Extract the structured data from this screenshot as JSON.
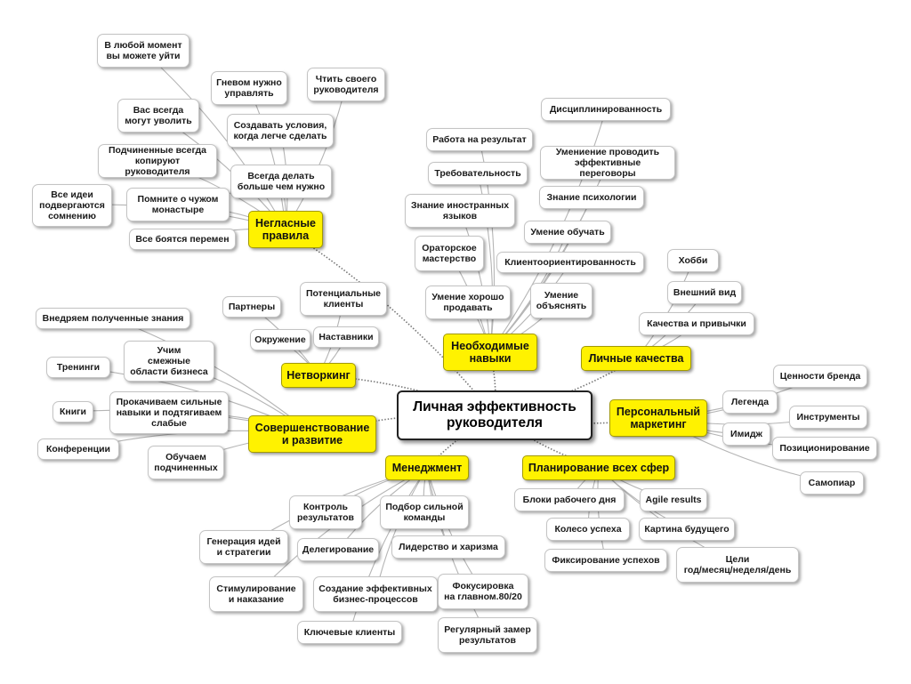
{
  "root": {
    "id": "root",
    "text": "Личная эффективность\nруководителя"
  },
  "branches": [
    {
      "id": "neglasnye",
      "text": "Негласные\nправила",
      "children": [
        {
          "id": "n1",
          "text": "В любой момент\nвы можете уйти"
        },
        {
          "id": "n2",
          "text": "Гневом нужно\nуправлять"
        },
        {
          "id": "n3",
          "text": "Чтить своего\nруководителя"
        },
        {
          "id": "n4",
          "text": "Вас всегда\nмогут уволить"
        },
        {
          "id": "n5",
          "text": "Создавать условия,\nкогда легче сделать"
        },
        {
          "id": "n6",
          "text": "Подчиненные всегда\nкопируют руководителя"
        },
        {
          "id": "n7",
          "text": "Всегда делать\nбольше чем нужно"
        },
        {
          "id": "n8",
          "text": "Все идеи\nподвергаются\nсомнению"
        },
        {
          "id": "n9",
          "text": "Помните о чужом\nмонастыре"
        },
        {
          "id": "n10",
          "text": "Все боятся перемен"
        }
      ]
    },
    {
      "id": "networking",
      "text": "Нетворкинг",
      "children": [
        {
          "id": "w1",
          "text": "Партнеры"
        },
        {
          "id": "w2",
          "text": "Потенциальные\nклиенты"
        },
        {
          "id": "w3",
          "text": "Окружение"
        },
        {
          "id": "w4",
          "text": "Наставники"
        }
      ]
    },
    {
      "id": "sovershenstvovanie",
      "text": "Совершенствование\nи развитие",
      "children": [
        {
          "id": "s1",
          "text": "Внедряем полученные знания"
        },
        {
          "id": "s2",
          "text": "Учим\nсмежные\nобласти бизнеса"
        },
        {
          "id": "s3",
          "text": "Тренинги"
        },
        {
          "id": "s4",
          "text": "Прокачиваем сильные\nнавыки и подтягиваем\nслабые"
        },
        {
          "id": "s5",
          "text": "Книги"
        },
        {
          "id": "s6",
          "text": "Конференции"
        },
        {
          "id": "s7",
          "text": "Обучаем\nподчиненных"
        }
      ]
    },
    {
      "id": "navyki",
      "text": "Необходимые\nнавыки",
      "children": [
        {
          "id": "k1",
          "text": "Дисциплинированность"
        },
        {
          "id": "k2",
          "text": "Работа на результат"
        },
        {
          "id": "k3",
          "text": "Требовательность"
        },
        {
          "id": "k4",
          "text": "Умениение проводить\nэффективные переговоры"
        },
        {
          "id": "k5",
          "text": "Знание психологии"
        },
        {
          "id": "k6",
          "text": "Знание иностранных\nязыков"
        },
        {
          "id": "k7",
          "text": "Умение обучать"
        },
        {
          "id": "k8",
          "text": "Ораторское\nмастерство"
        },
        {
          "id": "k9",
          "text": "Клиентоориентированность"
        },
        {
          "id": "k10",
          "text": "Умение хорошо\nпродавать"
        },
        {
          "id": "k11",
          "text": "Умение\nобъяснять"
        }
      ]
    },
    {
      "id": "kachestva",
      "text": "Личные качества",
      "children": [
        {
          "id": "q1",
          "text": "Хобби"
        },
        {
          "id": "q2",
          "text": "Внешний вид"
        },
        {
          "id": "q3",
          "text": "Качества и привычки"
        }
      ]
    },
    {
      "id": "marketing",
      "text": "Персональный\nмаркетинг",
      "children": [
        {
          "id": "m1",
          "text": "Ценности бренда"
        },
        {
          "id": "m2",
          "text": "Легенда"
        },
        {
          "id": "m3",
          "text": "Инструменты"
        },
        {
          "id": "m4",
          "text": "Имидж"
        },
        {
          "id": "m5",
          "text": "Позиционирование"
        },
        {
          "id": "m6",
          "text": "Самопиар"
        }
      ]
    },
    {
      "id": "planirovanie",
      "text": "Планирование всех сфер",
      "children": [
        {
          "id": "p1",
          "text": "Блоки рабочего дня"
        },
        {
          "id": "p2",
          "text": "Agile results"
        },
        {
          "id": "p3",
          "text": "Колесо успеха"
        },
        {
          "id": "p4",
          "text": "Картина будущего"
        },
        {
          "id": "p5",
          "text": "Фиксирование успехов"
        },
        {
          "id": "p6",
          "text": "Цели\nгод/месяц/неделя/день"
        }
      ]
    },
    {
      "id": "menedzhment",
      "text": "Менеджмент",
      "children": [
        {
          "id": "e1",
          "text": "Контроль\nрезультатов"
        },
        {
          "id": "e2",
          "text": "Подбор сильной\nкоманды"
        },
        {
          "id": "e3",
          "text": "Генерация идей\nи стратегии"
        },
        {
          "id": "e4",
          "text": "Делегирование"
        },
        {
          "id": "e5",
          "text": "Лидерство и харизма"
        },
        {
          "id": "e6",
          "text": "Стимулирование\nи наказание"
        },
        {
          "id": "e7",
          "text": "Создание эффективных\nбизнес-процессов"
        },
        {
          "id": "e8",
          "text": "Фокусировка\nна главном.80/20"
        },
        {
          "id": "e9",
          "text": "Ключевые клиенты"
        },
        {
          "id": "e10",
          "text": "Регулярный замер\nрезультатов"
        }
      ]
    }
  ]
}
